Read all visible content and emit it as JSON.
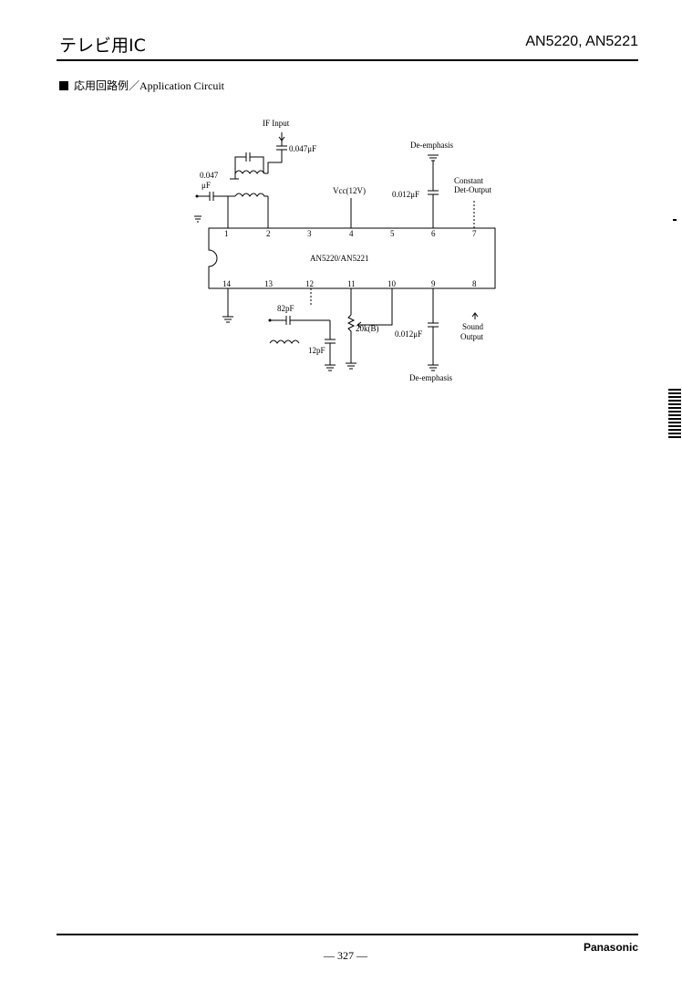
{
  "header": {
    "title_left": "テレビ用IC",
    "title_right": "AN5220, AN5221"
  },
  "section": {
    "title": "応用回路例／Application Circuit"
  },
  "diagram": {
    "ic_label": "AN5220/AN5221",
    "pins_top": [
      "1",
      "2",
      "3",
      "4",
      "5",
      "6",
      "7"
    ],
    "pins_bottom": [
      "14",
      "13",
      "12",
      "11",
      "10",
      "9",
      "8"
    ],
    "labels": {
      "if_input": "IF Input",
      "c_in_top": "0.047μF",
      "c_in_left_1": "0.047",
      "c_in_left_2": "μF",
      "vcc": "Vcc(12V)",
      "deemph_top": "De-emphasis",
      "c_deemph_top": "0.012μF",
      "const_1": "Constant",
      "const_2": "Det-Output",
      "c_82": "82pF",
      "c_12": "12pF",
      "pot": "20k(B)",
      "c_deemph_bot": "0.012μF",
      "sound_1": "Sound",
      "sound_2": "Output",
      "deemph_bot": "De-emphasis"
    }
  },
  "footer": {
    "page": "— 327 —",
    "brand": "Panasonic"
  }
}
